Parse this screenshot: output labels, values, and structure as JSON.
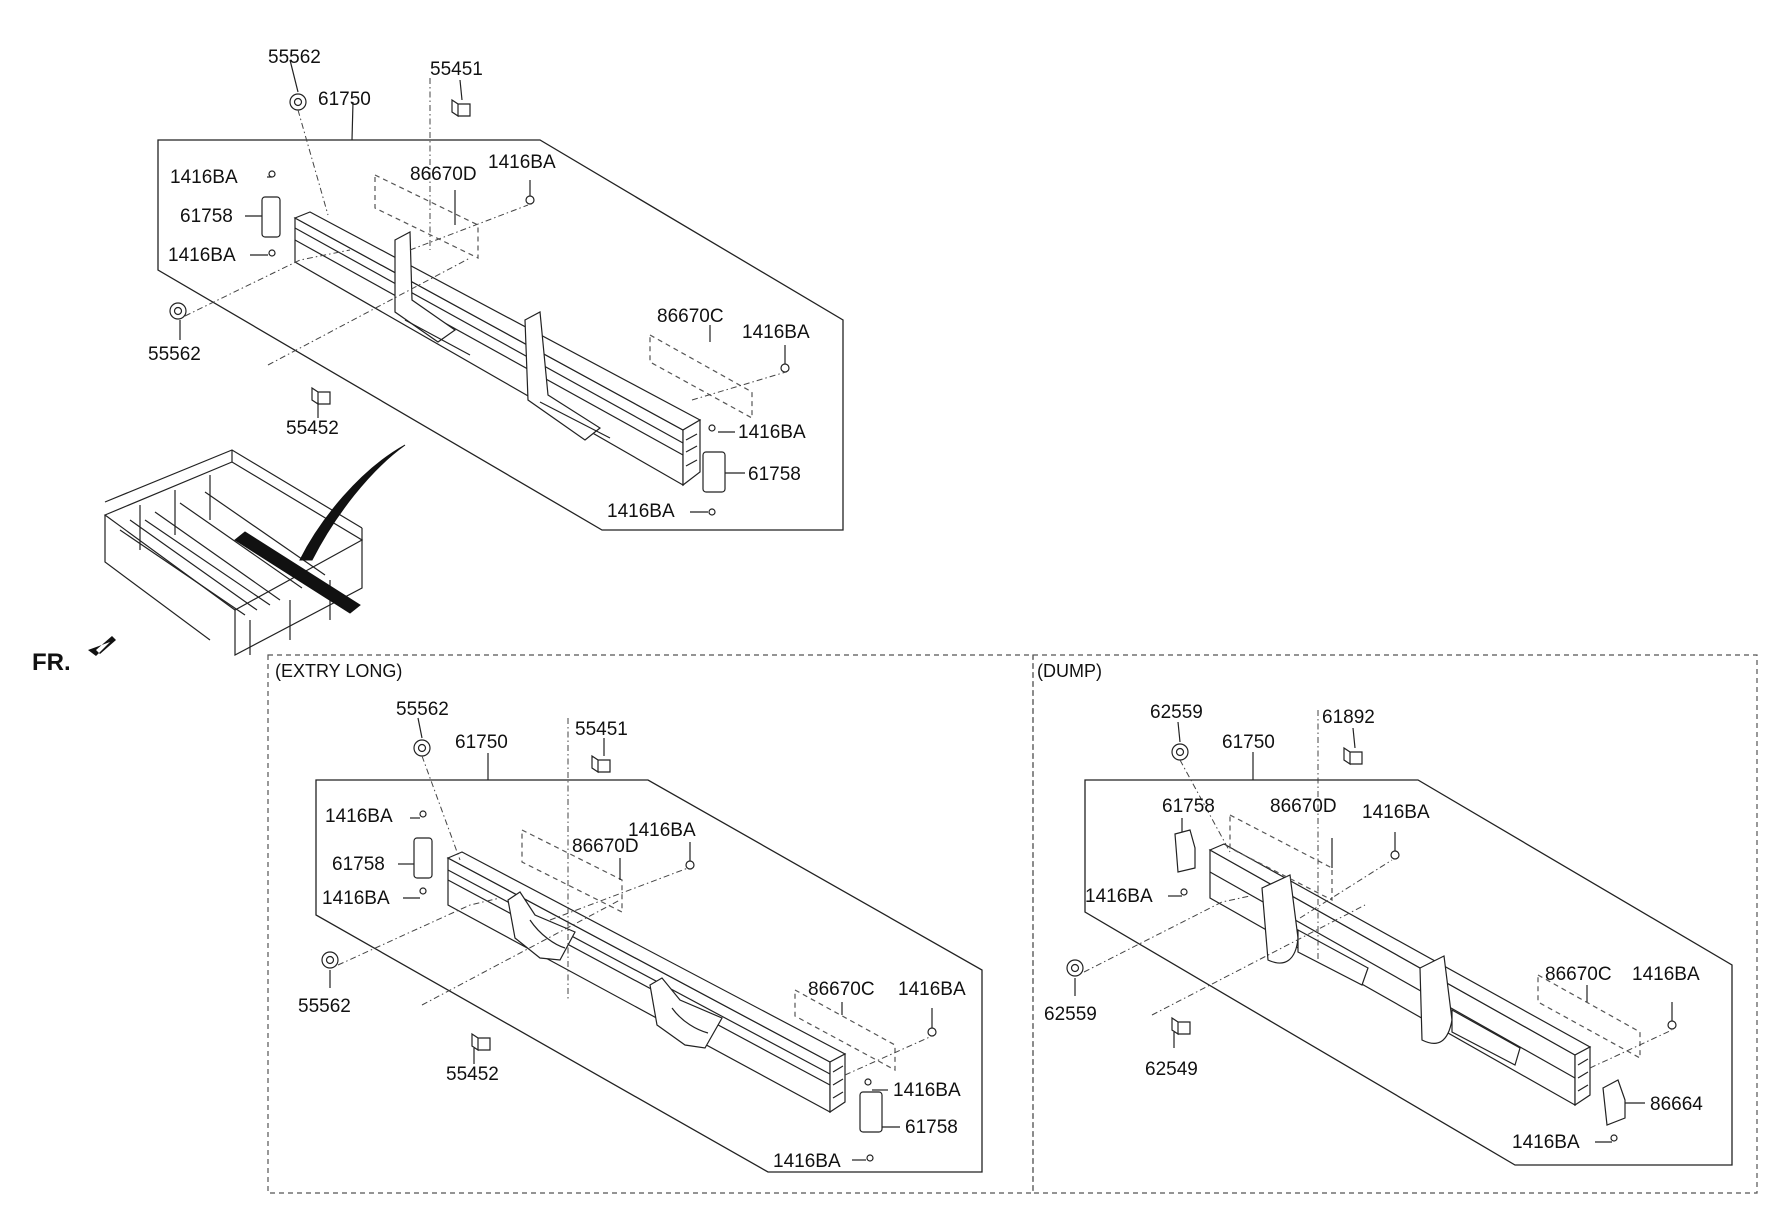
{
  "orientation_label": "FR.",
  "sections": {
    "extra_long": {
      "title": "(EXTRY LONG)"
    },
    "dump": {
      "title": "(DUMP)"
    }
  },
  "main": {
    "callouts": [
      "55562",
      "55451",
      "61750",
      "1416BA",
      "86670D",
      "1416BA",
      "61758",
      "1416BA",
      "55562",
      "86670C",
      "1416BA",
      "55452",
      "1416BA",
      "61758",
      "1416BA"
    ]
  },
  "extra_long": {
    "callouts": [
      "55562",
      "61750",
      "55451",
      "1416BA",
      "1416BA",
      "86670D",
      "61758",
      "1416BA",
      "55562",
      "86670C",
      "1416BA",
      "55452",
      "1416BA",
      "61758",
      "1416BA"
    ]
  },
  "dump": {
    "callouts": [
      "62559",
      "61892",
      "61750",
      "61758",
      "86670D",
      "1416BA",
      "1416BA",
      "62559",
      "86670C",
      "1416BA",
      "62549",
      "86664",
      "1416BA"
    ]
  }
}
